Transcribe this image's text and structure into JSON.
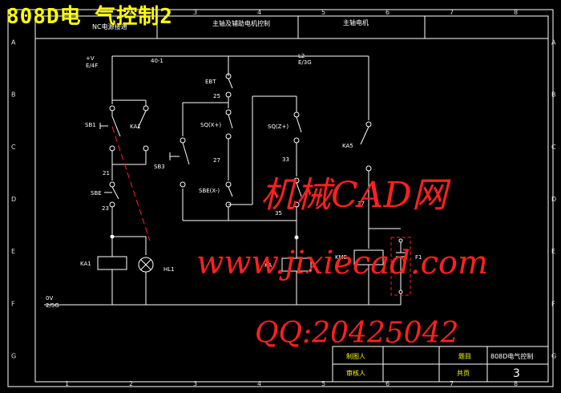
{
  "overlay_title": "808D电 气控制2",
  "header": {
    "left_label": "NC电源接通",
    "mid_label": "主轴及辅助电机控制",
    "right_label": "主轴电机"
  },
  "grid": {
    "columns": [
      "1",
      "2",
      "3",
      "4",
      "5",
      "6",
      "7",
      "8"
    ],
    "rows": [
      "A",
      "B",
      "C",
      "D",
      "E",
      "F",
      "G"
    ]
  },
  "labels": {
    "plus_v": "+V",
    "e4f": "E/4F",
    "wire_40_1": "40-1",
    "l2": "L2",
    "e3g": "E/3G",
    "ebt": "EBT",
    "n25": "25",
    "sb1": "SB1",
    "ka1": "KA1",
    "sqx": "SQ(X+)",
    "sqz": "SQ(Z+)",
    "sb3": "SB3",
    "n27": "27",
    "n33": "33",
    "n21": "21",
    "sbe": "SBE",
    "n23": "23",
    "sbe_x": "SBE(X-)",
    "n35": "35",
    "ka5": "KA5",
    "n37": "37",
    "ka1_coil": "KA1",
    "hl1": "HL1",
    "ka_coil": "KA",
    "kme": "KME",
    "f1": "F1",
    "ov": "0V",
    "n2_5g": "2/5G"
  },
  "title_block": {
    "drawn_by": "制图人",
    "checked_by": "审核人",
    "title_label": "题目",
    "title_value": "808D电气控制",
    "pages_label": "共页",
    "page_no": "3"
  },
  "watermarks": {
    "line1": "机械CAD网",
    "line2": "www.jixiecad.com",
    "line3": "QQ:20425042"
  }
}
